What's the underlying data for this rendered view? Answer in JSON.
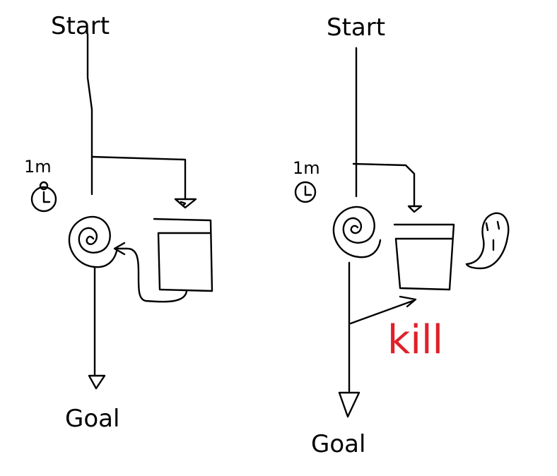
{
  "left": {
    "start": "Start",
    "duration": "1m",
    "goal": "Goal"
  },
  "right": {
    "start": "Start",
    "duration": "1m",
    "goal": "Goal",
    "action": "kill"
  },
  "colors": {
    "ink": "#000000",
    "kill": "#e0202a",
    "background": "#ffffff"
  }
}
